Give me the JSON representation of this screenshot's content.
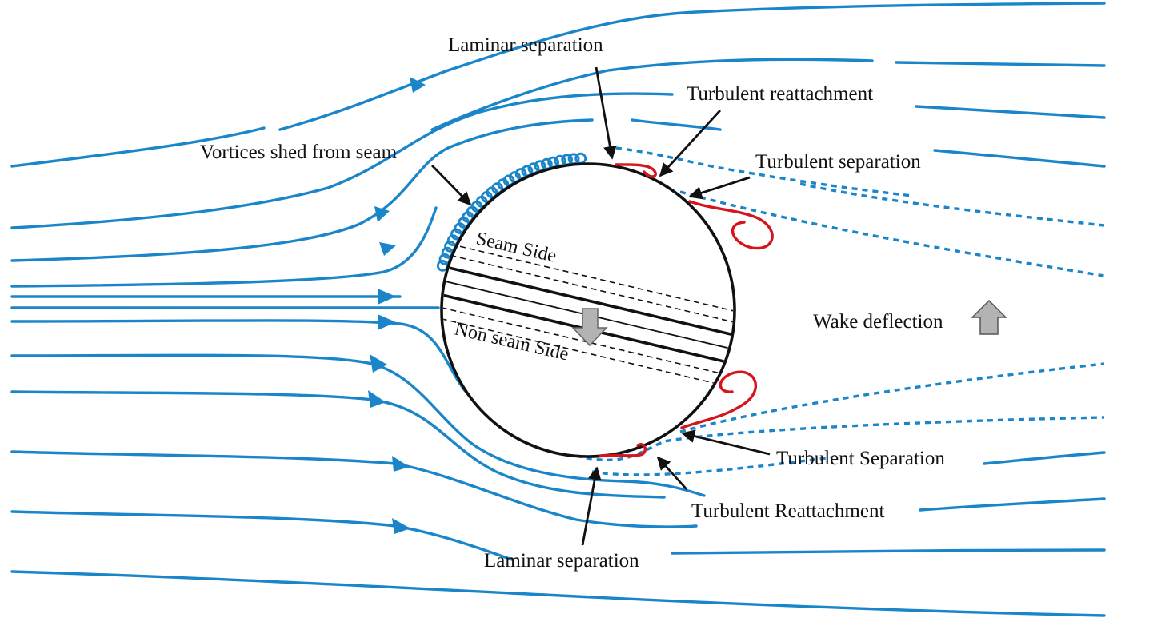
{
  "labels": {
    "laminar_separation_top": "Laminar separation",
    "turbulent_reattachment_top": "Turbulent reattachment",
    "vortices_shed": "Vortices shed from seam",
    "turbulent_separation_top": "Turbulent separation",
    "seam_side": "Seam Side",
    "non_seam_side": "Non seam Side",
    "wake_deflection": "Wake deflection",
    "turbulent_separation_bottom": "Turbulent Separation",
    "turbulent_reattachment_bottom": "Turbulent Reattachment",
    "laminar_separation_bottom": "Laminar separation"
  },
  "colors": {
    "streamline": "#1a86c9",
    "separation_bubble": "#d7141b",
    "arrow_fill": "#b3b3b3",
    "outline": "#111111"
  }
}
